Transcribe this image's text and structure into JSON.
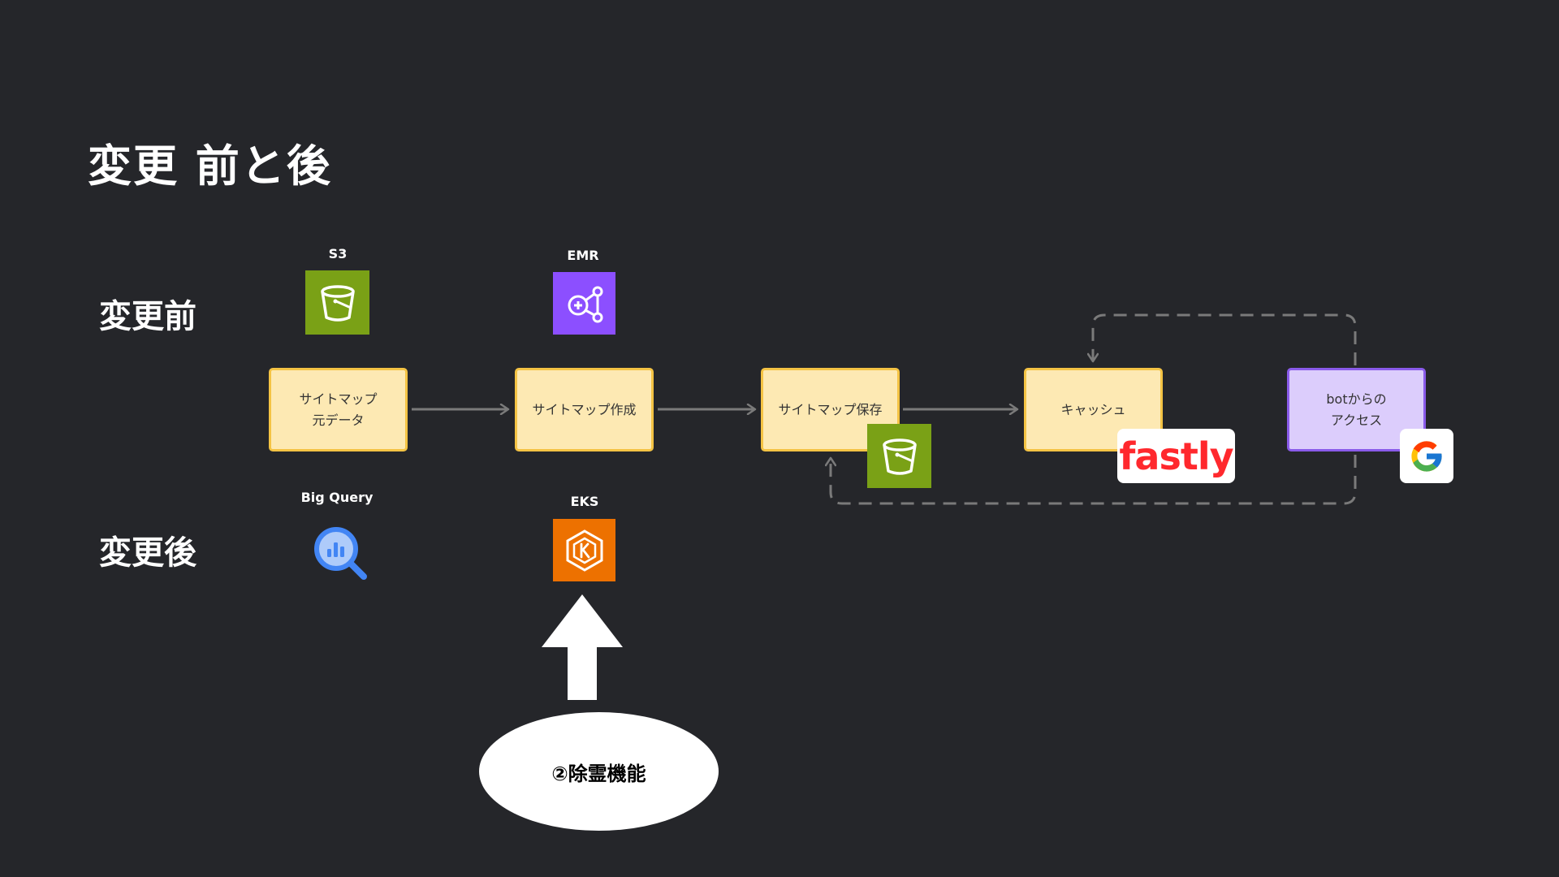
{
  "title": "変更 前と後",
  "rows": {
    "before_label": "変更前",
    "after_label": "変更後"
  },
  "services": {
    "s3": {
      "label": "S3",
      "icon": "s3-bucket-icon",
      "color": "#7aa116"
    },
    "emr": {
      "label": "EMR",
      "icon": "emr-icon",
      "color": "#8c4fff"
    },
    "bigquery": {
      "label": "Big Query",
      "icon": "bigquery-icon"
    },
    "eks": {
      "label": "EKS",
      "icon": "eks-icon",
      "color": "#ed7100"
    }
  },
  "steps": [
    {
      "label": "サイトマップ\n元データ"
    },
    {
      "label": "サイトマップ作成"
    },
    {
      "label": "サイトマップ保存"
    },
    {
      "label": "キャッシュ"
    },
    {
      "label": "botからの\nアクセス"
    }
  ],
  "logos": {
    "storage_icon": "s3-bucket-icon",
    "fastly": "fastly",
    "fastly_color": "#ff282d",
    "google": "google-g-icon"
  },
  "callout": {
    "label": "②除霊機能"
  },
  "colors": {
    "background": "#25262a",
    "step_fill": "#fde9b3",
    "step_border": "#f4c344",
    "purple_fill": "#dccdfc",
    "purple_border": "#8a5bea",
    "connector": "#7a7a7a"
  }
}
